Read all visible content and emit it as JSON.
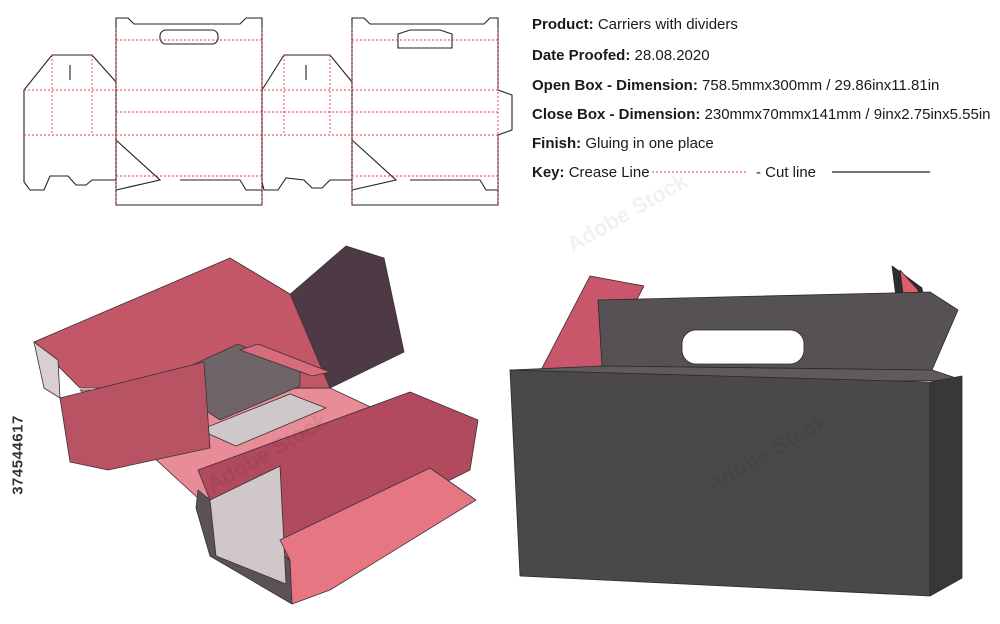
{
  "specs": {
    "product_label": "Product:",
    "product_value": "Carriers with dividers",
    "date_label": "Date Proofed:",
    "date_value": "28.08.2020",
    "open_label": "Open Box - Dimension:",
    "open_value": "758.5mmx300mm / 29.86inx11.81in",
    "close_label": "Close Box - Dimension:",
    "close_value": "230mmx70mmx141mm / 9inx2.75inx5.55in",
    "finish_label": "Finish:",
    "finish_value": "Gluing in one place",
    "key_label": "Key:",
    "key_crease": "Crease Line",
    "key_cut": "- Cut line"
  },
  "stock_id": "374544617",
  "watermark": "Adobe Stock",
  "colors": {
    "crease": "#e8383d",
    "cut": "#222222",
    "inner_pink": "#c9566a",
    "inner_light": "#e9808e",
    "outer_gray": "#4d4a4c",
    "outer_dark": "#3a3739"
  }
}
